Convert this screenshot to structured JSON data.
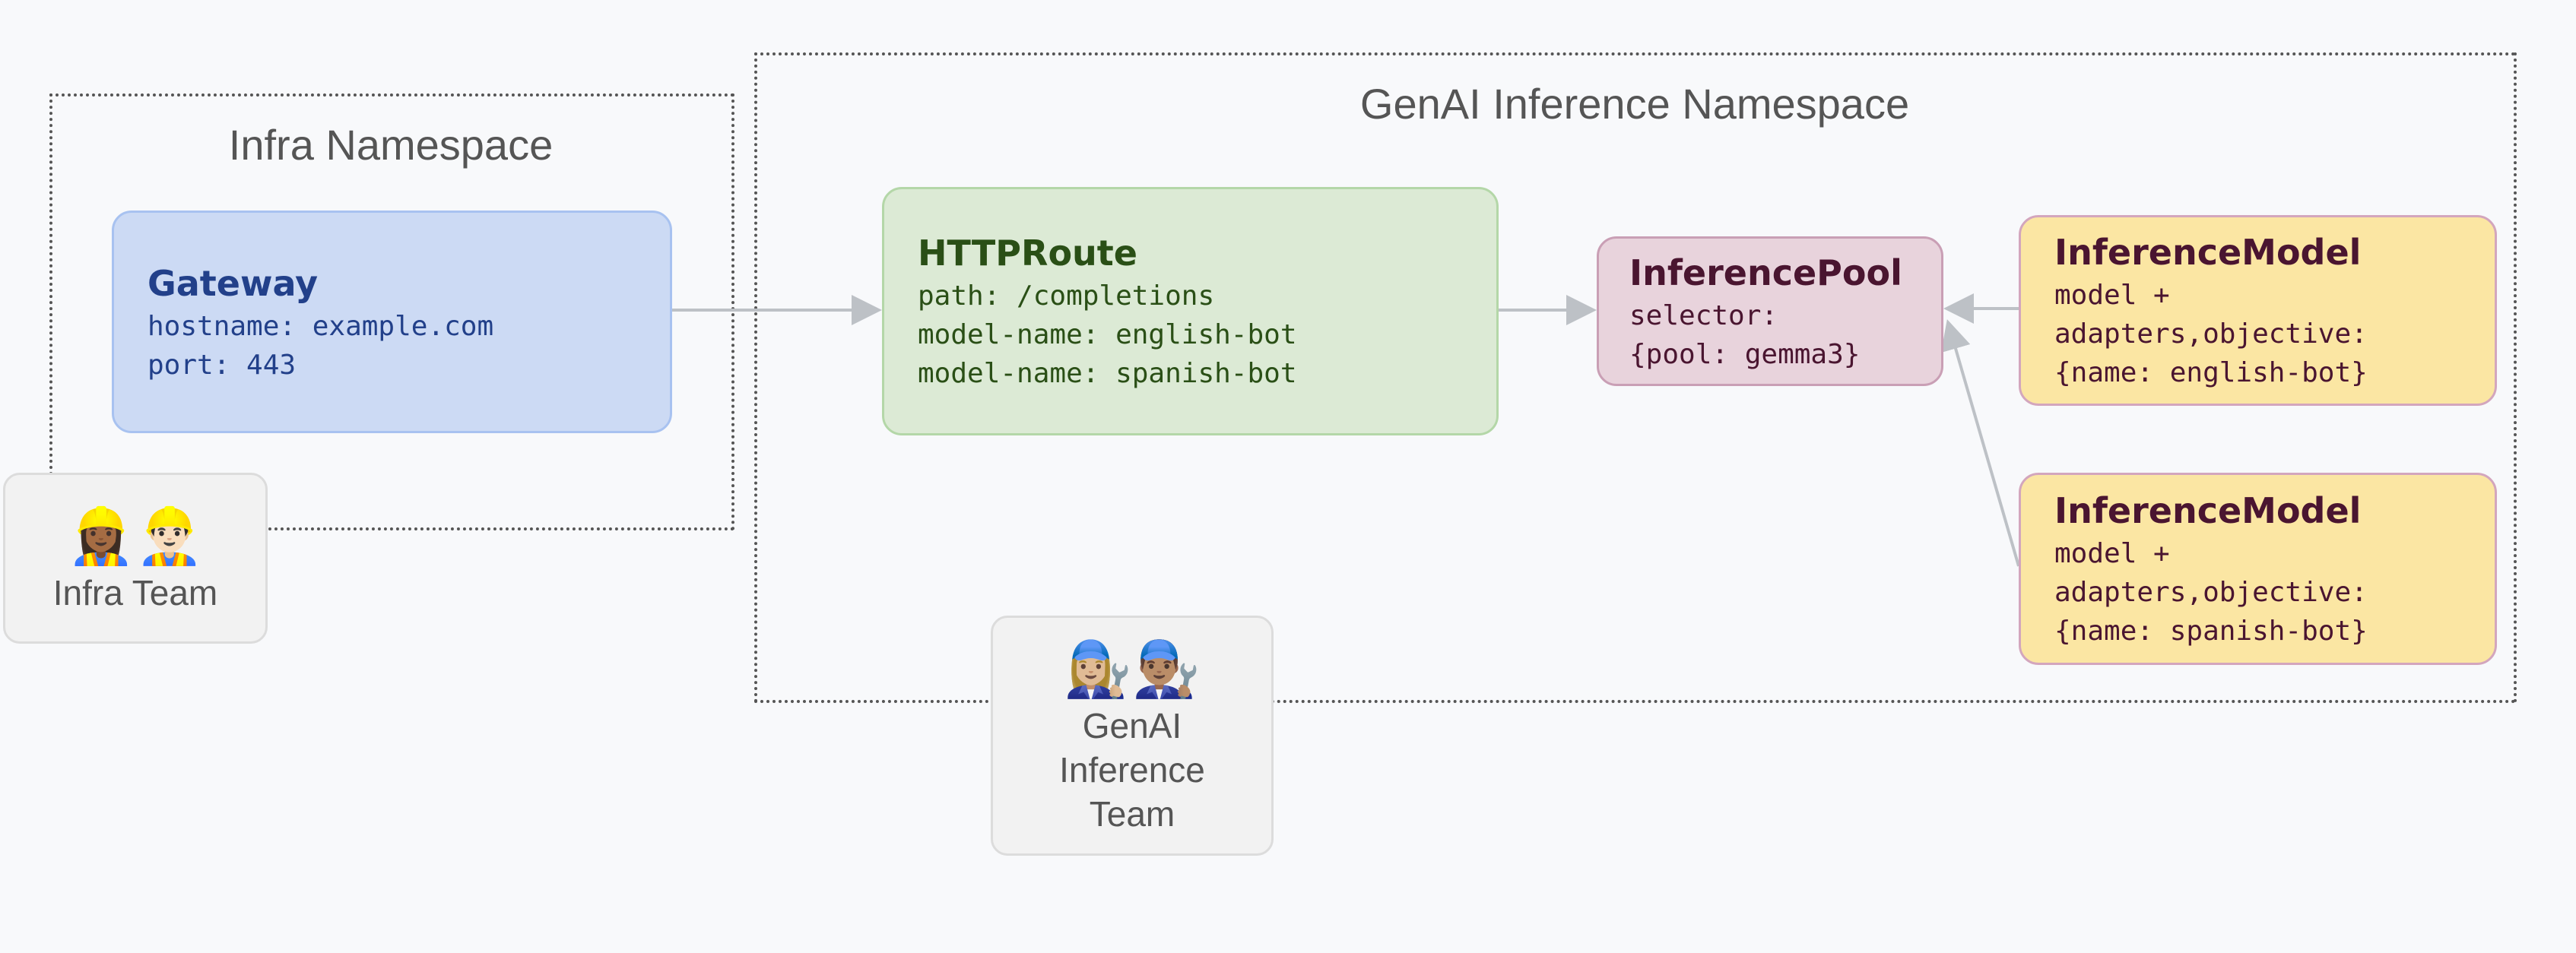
{
  "infra_namespace": {
    "title": "Infra Namespace"
  },
  "genai_namespace": {
    "title": "GenAI Inference Namespace"
  },
  "gateway": {
    "title": "Gateway",
    "lines": [
      "hostname: example.com",
      "port: 443"
    ]
  },
  "httproute": {
    "title": "HTTPRoute",
    "lines": [
      "path: /completions",
      "model-name: english-bot",
      "model-name: spanish-bot"
    ]
  },
  "inference_pool": {
    "title": "InferencePool",
    "lines": [
      "selector:",
      "{pool: gemma3}"
    ]
  },
  "inference_models": [
    {
      "title": "InferenceModel",
      "lines": [
        "model +",
        "adapters,objective:",
        "{name: english-bot}"
      ]
    },
    {
      "title": "InferenceModel",
      "lines": [
        "model +",
        "adapters,objective:",
        "{name: spanish-bot}"
      ]
    }
  ],
  "infra_team": {
    "emoji": "👷🏾‍♀️👷🏻‍♂️",
    "label": "Infra Team"
  },
  "genai_team": {
    "emoji": "👩🏼‍🔧👨🏽‍🔧",
    "label_lines": [
      "GenAI",
      "Inference",
      "Team"
    ]
  },
  "colors": {
    "gateway_fill": "#ccdaf4",
    "gateway_border": "#a8c2f0",
    "gateway_text": "#22408a",
    "route_fill": "#dcead5",
    "route_border": "#b4d7a8",
    "route_text": "#2a4f16",
    "pool_fill": "#e8d3dc",
    "pool_border": "#c99fb5",
    "pool_text": "#4a1530",
    "model_fill": "#fbe6a3",
    "model_border": "#d3a6bd",
    "model_text": "#4a1530",
    "arrow": "#bdc1c6"
  }
}
